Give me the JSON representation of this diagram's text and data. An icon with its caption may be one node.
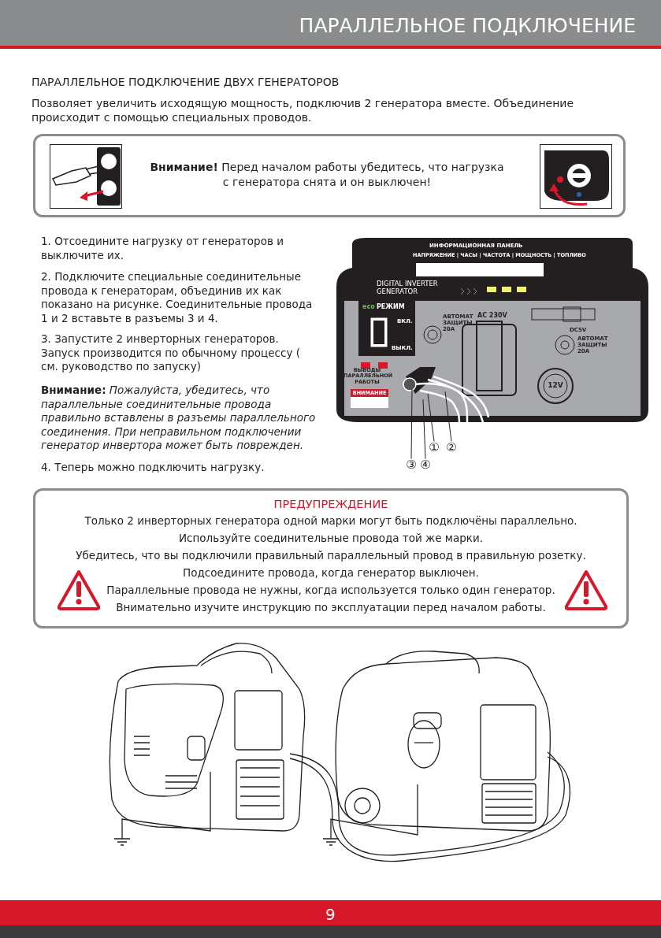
{
  "diagram": {
    "title": "ПАРАЛЛЕЛЬНОЕ ПОДКЛЮЧЕНИЕ",
    "nodes": [
      {
        "text": [
          "**Внимание!** Перед началом работы убедитесь, что нагрузка с генератора снята и он выключен!"
        ]
      },
      {
        "text": [
          "ПРЕДУПРЕЖДЕНИЕ",
          "Только 2 инверторных генератора одной марки могут быть подключёны параллельно.",
          "Используйте соединительные провода той же марки.",
          "Убедитесь, что вы подключили правильный параллельный провод в правильную розетку.",
          "Подсоедините провода, когда генератор выключен.",
          "Параллельные провода не нужны, когда используется только один генератор.",
          "Внимательно изучите инструкцию по эксплуатации перед началом работы."
        ]
      },
      {
        "text": [
          "①"
        ]
      },
      {
        "text": [
          "②"
        ]
      },
      {
        "text": [
          "③"
        ]
      },
      {
        "text": [
          "④"
        ]
      }
    ],
    "edges": [
      {
        "from": 2,
        "to": null,
        "arrow": "none"
      },
      {
        "from": 3,
        "to": null,
        "arrow": "none"
      },
      {
        "from": 4,
        "to": null,
        "arrow": "none"
      },
      {
        "from": 5,
        "to": null,
        "arrow": "none"
      }
    ],
    "labels": [
      "ПАРАЛЛЕЛЬНОЕ ПОДКЛЮЧЕНИЕ ДВУХ ГЕНЕРАТОРОВ",
      "Позволяет увеличить исходящую мощность, подключив 2 генератора вместе. Объединение происходит с помощью специальных проводов.",
      "1. Отсоедините нагрузку от генераторов и выключите их.",
      "2. Подключите специальные соединительные провода к генераторам, объединив их как показано на рисунке. Соединительные провода 1 и 2 вставьте в разъемы 3 и 4.",
      "3. Запустите 2 инверторных генераторов. Запуск производится по обычному процессу ( см. руководство по запуску)",
      "**Внимание:** *Пожалуйста, убедитесь, что параллельные соединительные провода правильно вставлены в разъемы параллельного соединения. При неправильном подключении генератор инвертора может быть поврежден.*",
      "4. Теперь можно подключить нагрузку.",
      "ИНФОРМАЦИОННАЯ ПАНЕЛЬ",
      "НАПРЯЖЕНИЕ | ЧАСЫ | ЧАСТОТА | МОЩНОСТЬ | ТОПЛИВО",
      "DIGITAL INVERTER GENERATOR",
      "eco",
      "РЕЖИМ",
      "ВКЛ.",
      "ВЫКЛ.",
      "АВТОМАТ ЗАЩИТЫ 20А",
      "AC 230V",
      "DC5V",
      "АВТОМАТ ЗАЩИТЫ 20А",
      "12V",
      "ВЫВОДЫ ПАРАЛЛЕЛЬНОЙ РАБОТЫ",
      "ВНИМАНИЕ",
      "9"
    ]
  }
}
